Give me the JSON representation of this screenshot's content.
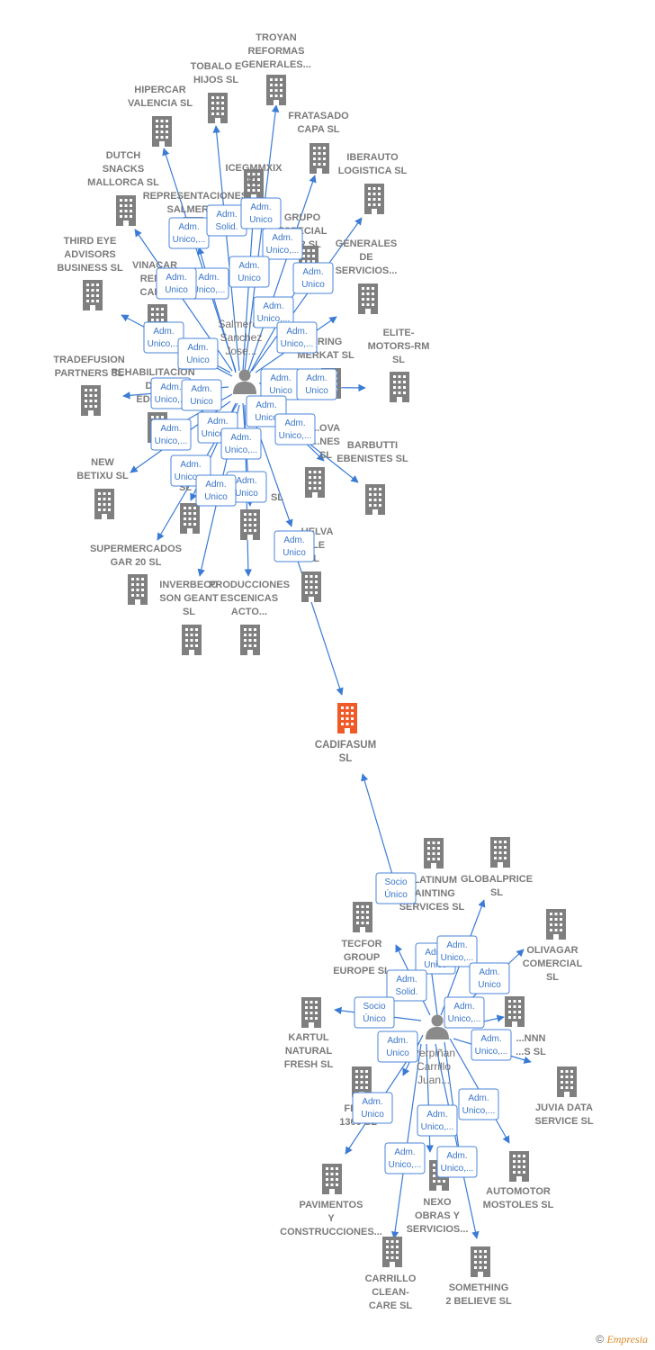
{
  "colors": {
    "edge": "#3a7bd5",
    "building": "#7f7f7f",
    "focus": "#f05a28",
    "person": "#8a8a8a"
  },
  "center": {
    "label": [
      "CADIFASUM",
      "SL"
    ],
    "icon": "building-orange-icon"
  },
  "persons": [
    {
      "id": "p1",
      "label": [
        "Salmeron",
        "Sanchez",
        "Jose..."
      ],
      "icon": "person-icon"
    },
    {
      "id": "p2",
      "label": [
        "Perpiñan",
        "Carrillo",
        "Juan..."
      ],
      "icon": "person-icon"
    }
  ],
  "companies": [
    {
      "label": [
        "TROYAN",
        "REFORMAS",
        "GENERALES..."
      ]
    },
    {
      "label": [
        "TOBALO E",
        "HIJOS  SL"
      ]
    },
    {
      "label": [
        "HIPERCAR",
        "VALENCIA  SL"
      ]
    },
    {
      "label": [
        "FRATASADO",
        "CAPA  SL"
      ]
    },
    {
      "label": [
        "ICEGMMXIX",
        "SL"
      ]
    },
    {
      "label": [
        "IBERAUTO",
        "LOGISTICA  SL"
      ]
    },
    {
      "label": [
        "DUTCH",
        "SNACKS",
        "MALLORCA  SL"
      ]
    },
    {
      "label": [
        "REPRESENTACIONES",
        "SALMERON"
      ]
    },
    {
      "label": [
        "GRUPO",
        "ESPECIAL",
        "...ER SL"
      ]
    },
    {
      "label": [
        "GENERALES",
        "DE",
        "SERVICIOS..."
      ]
    },
    {
      "label": [
        "THIRD EYE",
        "ADVISORS",
        "BUSINESS  SL"
      ]
    },
    {
      "label": [
        "VINACAR",
        "REN...",
        "CAR..."
      ]
    },
    {
      "label": [
        "...RING",
        "MERKAT  SL"
      ]
    },
    {
      "label": [
        "ELITE-",
        "MOTORS-RM",
        "SL"
      ]
    },
    {
      "label": [
        "TRADEFUSION",
        "PARTNERS  SL"
      ]
    },
    {
      "label": [
        "REHABILITACION",
        "D...",
        "EDIFI..."
      ]
    },
    {
      "label": [
        "...OVA",
        "...NES",
        "SL"
      ]
    },
    {
      "label": [
        "BARBUTTI",
        "EBENISTES  SL"
      ]
    },
    {
      "label": [
        "NEW",
        "BETIXU  SL"
      ]
    },
    {
      "label": [
        "D...",
        "INV...",
        "SL"
      ]
    },
    {
      "label": [
        "SL"
      ]
    },
    {
      "label": [
        "SUPERMERCADOS",
        "GAR 20  SL"
      ]
    },
    {
      "label": [
        "...UELVA",
        "...ILE",
        "SL"
      ]
    },
    {
      "label": [
        "INVERBECO",
        "SON GEANT",
        "SL"
      ]
    },
    {
      "label": [
        "PRODUCCIONES",
        "ESCENICAS",
        "ACTO..."
      ]
    },
    {
      "label": [
        "PLATINUM",
        "PAINTING",
        "SERVICES  SL"
      ]
    },
    {
      "label": [
        "GLOBALPRICE",
        "SL"
      ]
    },
    {
      "label": [
        "TECFOR",
        "GROUP",
        "EUROPE  SL"
      ]
    },
    {
      "label": [
        "OLIVAGAR",
        "COMERCIAL",
        "SL"
      ]
    },
    {
      "label": [
        "KARTUL",
        "NATURAL",
        "FRESH  SL"
      ]
    },
    {
      "label": [
        "...NNN",
        "...S  SL"
      ]
    },
    {
      "label": [
        "FEN...",
        "1300  SL"
      ]
    },
    {
      "label": [
        "JUVIA DATA",
        "SERVICE  SL"
      ]
    },
    {
      "label": [
        "PAVIMENTOS",
        "Y",
        "CONSTRUCCIONES..."
      ]
    },
    {
      "label": [
        "NEXO",
        "OBRAS Y",
        "SERVICIOS..."
      ]
    },
    {
      "label": [
        "AUTOMOTOR",
        "MOSTOLES  SL"
      ]
    },
    {
      "label": [
        "CARRILLO",
        "CLEAN-",
        "CARE  SL"
      ]
    },
    {
      "label": [
        "SOMETHING",
        "2 BELIEVE  SL"
      ]
    }
  ],
  "edge_labels": [
    [
      "Adm.",
      "Unico,..."
    ],
    [
      "Adm.",
      "Solid."
    ],
    [
      "Adm.",
      "Unico"
    ],
    [
      "Adm.",
      "Unico,..."
    ],
    [
      "Adm.",
      "Unico"
    ],
    [
      "Adm.",
      "Unico,..."
    ],
    [
      "Adm.",
      "Unico"
    ],
    [
      "Adm.",
      "Unico"
    ],
    [
      "Adm.",
      "Unico,..."
    ],
    [
      "Adm.",
      "Unico,..."
    ],
    [
      "Adm.",
      "Unico,..."
    ],
    [
      "Adm.",
      "Unico"
    ],
    [
      "Adm.",
      "Unico"
    ],
    [
      "Adm.",
      "Unico"
    ],
    [
      "Adm.",
      "Unico,..."
    ],
    [
      "Adm.",
      "Unico"
    ],
    [
      "Adm.",
      "Unico"
    ],
    [
      "Adm.",
      "Unico,..."
    ],
    [
      "Adm.",
      "Unico,..."
    ],
    [
      "Adm.",
      "Unico,..."
    ],
    [
      "Adm.",
      "Unico,..."
    ],
    [
      "Adm.",
      "Unico,..."
    ],
    [
      "Adm.",
      "Unico"
    ],
    [
      "Adm.",
      "Unico"
    ],
    [
      "Adm.",
      "Unico"
    ],
    [
      "Socio",
      "Único"
    ],
    [
      "Adm.",
      "Unico"
    ],
    [
      "Adm.",
      "Unico,..."
    ],
    [
      "Adm.",
      "Solid."
    ],
    [
      "Adm.",
      "Unico"
    ],
    [
      "Socio",
      "Único"
    ],
    [
      "Adm.",
      "Unico,..."
    ],
    [
      "Adm.",
      "Unico"
    ],
    [
      "Adm.",
      "Unico,..."
    ],
    [
      "Adm.",
      "Unico,..."
    ],
    [
      "Adm.",
      "Unico"
    ],
    [
      "Adm.",
      "Unico,..."
    ],
    [
      "Adm.",
      "Unico,..."
    ],
    [
      "Adm.",
      "Unico,..."
    ]
  ],
  "footer": {
    "symbol": "©",
    "brand": "Empresia"
  }
}
